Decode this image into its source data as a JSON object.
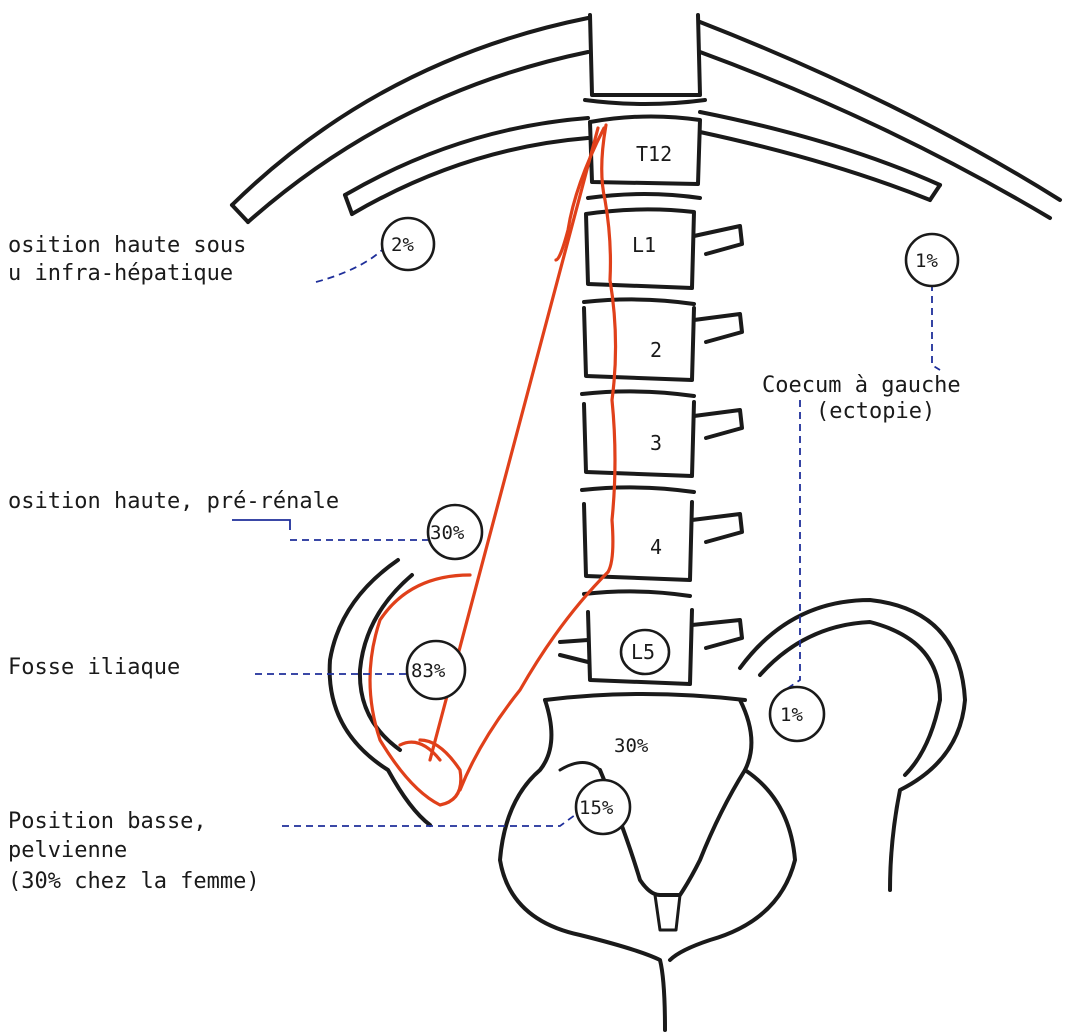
{
  "annotations": {
    "haute_sous_line1": "osition haute sous",
    "haute_sous_line2": "u infra-hépatique",
    "pre_renale": "osition haute,  pré-rénale",
    "fosse_iliaque": "Fosse iliaque",
    "basse_line1": "Position basse,",
    "basse_line2": "pelvienne",
    "basse_line3": "(30% chez la femme)",
    "gauche_line1": "Coecum à gauche",
    "gauche_line2": "(ectopie)"
  },
  "percentages": {
    "sous_hepatique": "2%",
    "gauche_top": "1%",
    "pre_renale": "30%",
    "fosse_iliaque": "83%",
    "gauche_bottom": "1%",
    "sacrum": "30%",
    "pelvienne": "15%"
  },
  "vertebrae": {
    "t12": "T12",
    "l1": "L1",
    "l2": "2",
    "l3": "3",
    "l4": "4",
    "l5": "L5"
  },
  "colors": {
    "bone": "#1a1a1a",
    "caecum_outline": "#e0401a",
    "leader_lines": "#1f2f9a"
  }
}
